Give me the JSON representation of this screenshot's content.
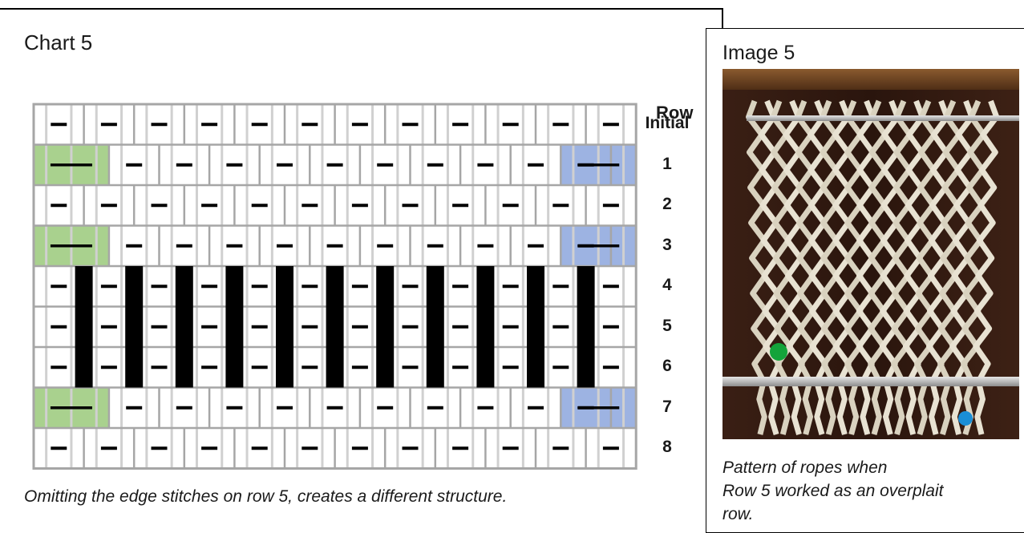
{
  "chart": {
    "title": "Chart 5",
    "row_header": "Row",
    "row_labels": [
      "Initial",
      "1",
      "2",
      "3",
      "4",
      "5",
      "6",
      "7",
      "8"
    ],
    "caption": "Omitting the edge stitches on row 5, creates a different structure.",
    "columns": 12,
    "colors": {
      "green_edge": "#a9d18e",
      "blue_edge": "#9db3e2",
      "grid_line": "#a6a6a6",
      "rope_line": "#d0d0d0",
      "bar": "#000000"
    },
    "rows": [
      {
        "row": "Initial",
        "type": "plain"
      },
      {
        "row": "1",
        "type": "edge"
      },
      {
        "row": "2",
        "type": "plain"
      },
      {
        "row": "3",
        "type": "edge"
      },
      {
        "row": "4",
        "type": "overplait"
      },
      {
        "row": "5",
        "type": "overplait"
      },
      {
        "row": "6",
        "type": "overplait"
      },
      {
        "row": "7",
        "type": "edge"
      },
      {
        "row": "8",
        "type": "plain"
      }
    ]
  },
  "image": {
    "title": "Image 5",
    "caption_lines": [
      "Pattern of ropes when",
      "Row 5 worked as an overplait",
      "row."
    ],
    "photo_subject": "macrame-ropes-photo",
    "bead_colors": {
      "green": "#13a33a",
      "blue": "#1a8ed6"
    }
  }
}
